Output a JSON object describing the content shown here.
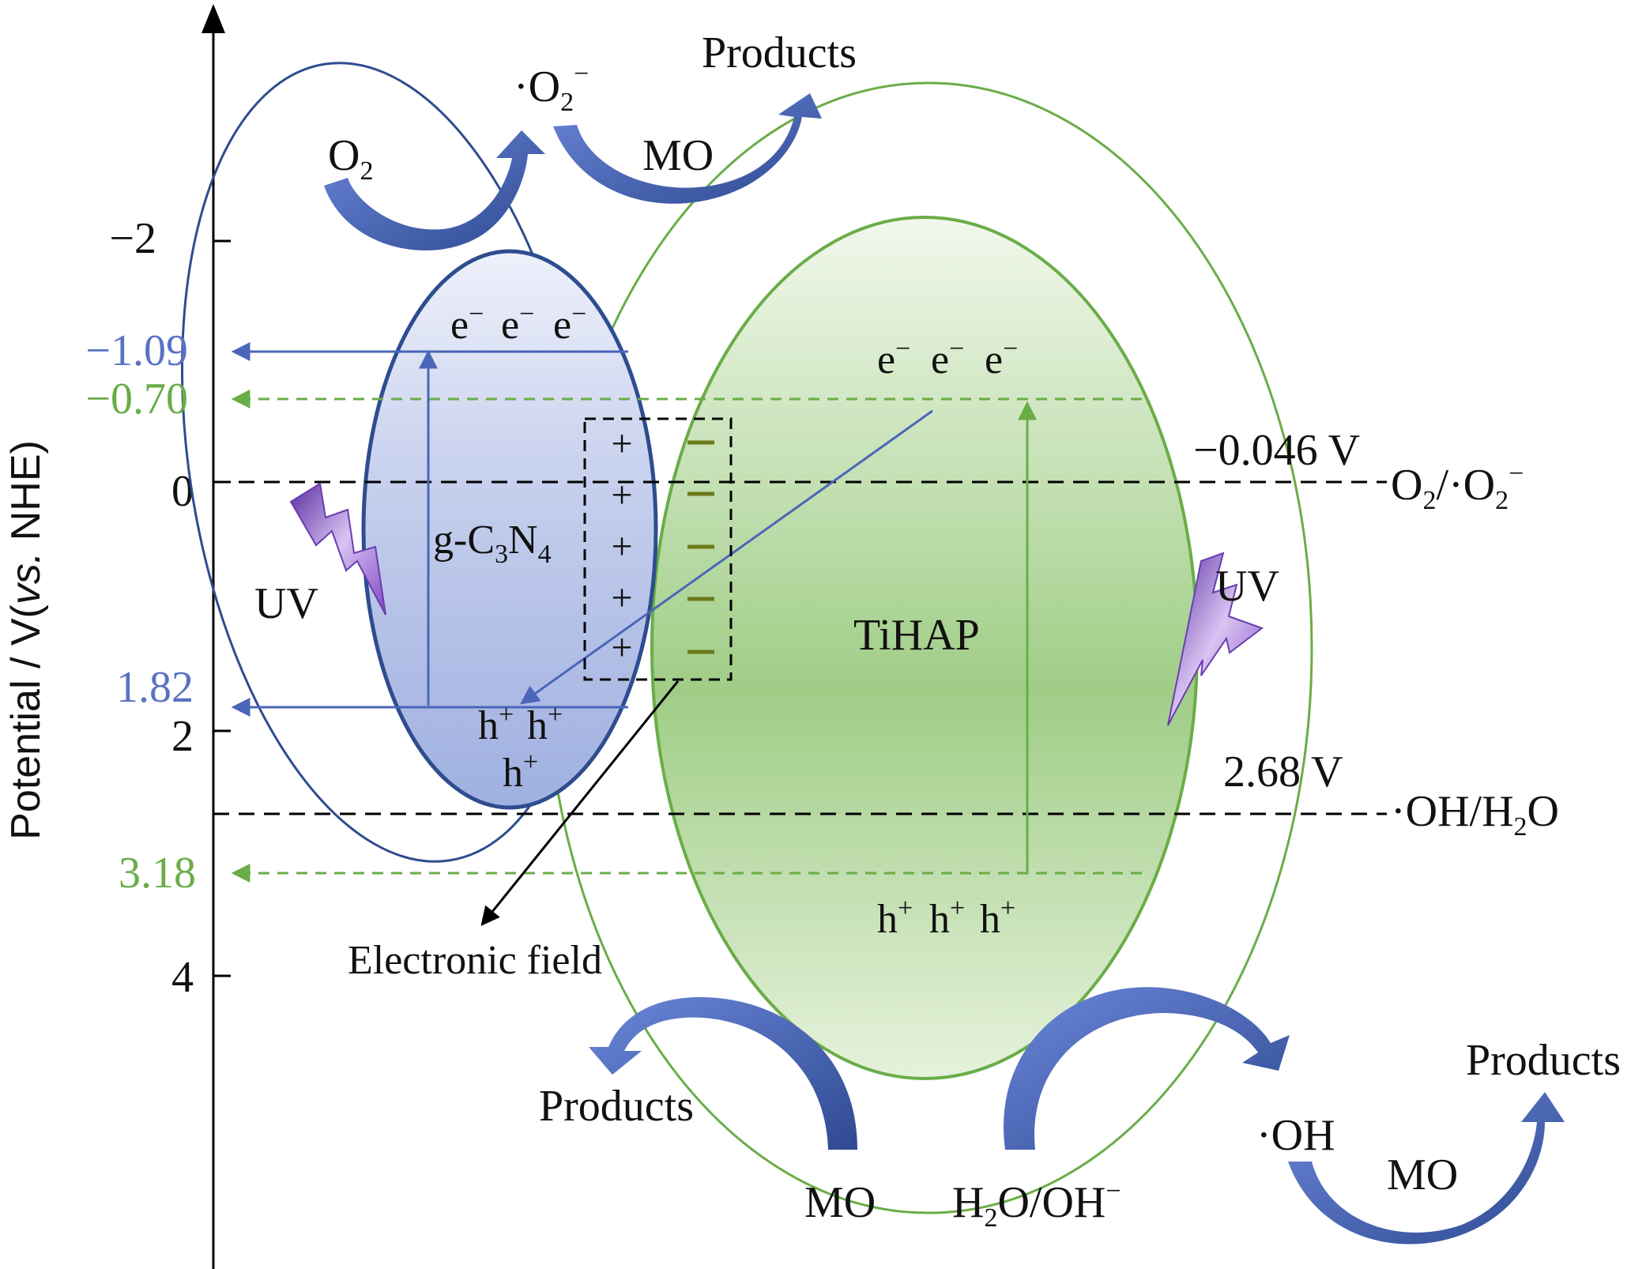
{
  "axis": {
    "label_main": "Potential / V(",
    "label_italic": "vs.",
    "label_end": " NHE)",
    "ticks": [
      "−2",
      "0",
      "2",
      "4"
    ]
  },
  "levels": {
    "gcn_cb": "−1.09",
    "gcn_vb": "1.82",
    "tihap_cb": "−0.70",
    "tihap_vb": "3.18"
  },
  "references": {
    "o2_value": "−0.046 V",
    "o2_pre": "O",
    "o2_sub": "2",
    "o2_mid": "/·O",
    "o2_sub2": "2",
    "o2_sup": "−",
    "oh_value": "2.68 V",
    "oh_pre": "·OH/H",
    "oh_sub": "2",
    "oh_post": "O"
  },
  "gcn": {
    "name_pre": "g-C",
    "name_sub1": "3",
    "name_mid": "N",
    "name_sub2": "4",
    "electron": "e",
    "electron_charge": "−",
    "hole": "h",
    "hole_charge": "+"
  },
  "tihap": {
    "name": "TiHAP",
    "electron": "e",
    "electron_charge": "−",
    "hole": "h",
    "hole_charge": "+"
  },
  "light": {
    "uv": "UV"
  },
  "field": {
    "label": "Electronic field",
    "plus": "+",
    "minus": "−"
  },
  "top_reaction": {
    "o2": "O",
    "o2_sub": "2",
    "superoxide": "·O",
    "superoxide_sub": "2",
    "superoxide_sup": "−",
    "mo": "MO",
    "products": "Products"
  },
  "bottom_left_reaction": {
    "products": "Products",
    "mo": "MO"
  },
  "bottom_right_reaction": {
    "h2o_pre": "H",
    "h2o_sub": "2",
    "h2o_post": "O/OH",
    "h2o_sup": "−",
    "oh": "·OH",
    "mo": "MO",
    "products": "Products"
  },
  "colors": {
    "gcn": "#5a72c4",
    "gcn_dark": "#2e4d8f",
    "tihap": "#6aad48",
    "arrow_blue": "#4a66b8",
    "bolt": "#8a55c8",
    "minus": "#6b7a1a"
  }
}
